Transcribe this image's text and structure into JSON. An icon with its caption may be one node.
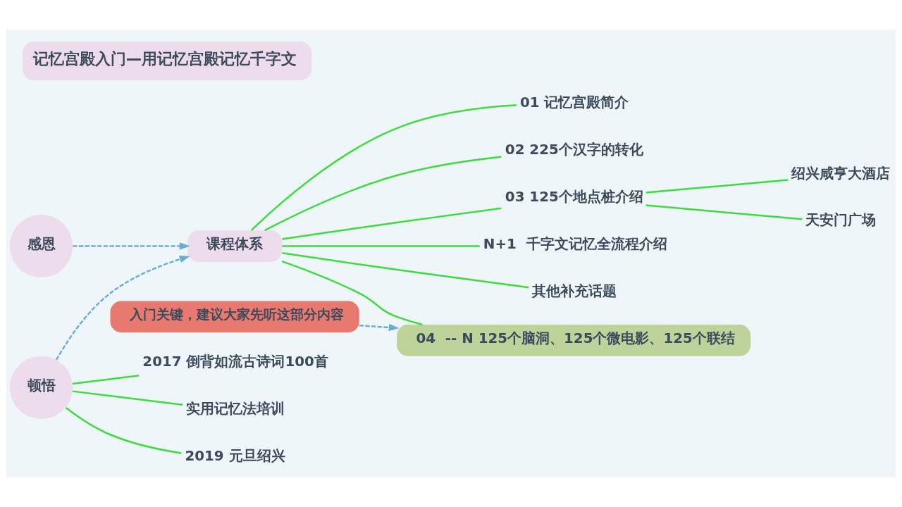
{
  "diagram": {
    "title": "记忆宫殿入门—用记忆宫殿记忆千字文",
    "nodes": [
      {
        "text": [
          "感恩"
        ]
      },
      {
        "text": [
          "顿悟"
        ]
      },
      {
        "text": [
          "2017 倒背如流古诗词100首"
        ]
      },
      {
        "text": [
          "实用记忆法培训"
        ]
      },
      {
        "text": [
          "2019 元旦绍兴"
        ]
      },
      {
        "text": [
          "课程体系"
        ]
      },
      {
        "text": [
          "01 记忆宫殿简介"
        ]
      },
      {
        "text": [
          "02 225个汉字的转化"
        ]
      },
      {
        "text": [
          "03 125个地点桩介绍"
        ]
      },
      {
        "text": [
          "绍兴咸亨大酒店"
        ]
      },
      {
        "text": [
          "天安门广场"
        ]
      },
      {
        "text": [
          "04  -- N 125个脑洞、125个微电影、125个联结"
        ]
      },
      {
        "text": [
          "N+1  千字文记忆全流程介绍"
        ]
      },
      {
        "text": [
          "其他补充话题"
        ]
      },
      {
        "text": [
          "入门关键，建议大家先听这部分内容"
        ]
      }
    ],
    "edges": [
      {
        "from": 1,
        "to": 2,
        "arrow": "none"
      },
      {
        "from": 1,
        "to": 3,
        "arrow": "none"
      },
      {
        "from": 1,
        "to": 4,
        "arrow": "none"
      },
      {
        "from": 0,
        "to": 5,
        "arrow": "to",
        "style": "dashed",
        "color": "#6aaed6"
      },
      {
        "from": 1,
        "to": 5,
        "arrow": "to",
        "style": "dashed",
        "color": "#6aaed6"
      },
      {
        "from": 5,
        "to": 6,
        "arrow": "none"
      },
      {
        "from": 5,
        "to": 7,
        "arrow": "none"
      },
      {
        "from": 5,
        "to": 8,
        "arrow": "none"
      },
      {
        "from": 8,
        "to": 9,
        "arrow": "none"
      },
      {
        "from": 8,
        "to": 10,
        "arrow": "none"
      },
      {
        "from": 5,
        "to": 11,
        "arrow": "none"
      },
      {
        "from": 5,
        "to": 12,
        "arrow": "none"
      },
      {
        "from": 5,
        "to": 13,
        "arrow": "none"
      },
      {
        "from": 14,
        "to": 11,
        "arrow": "to",
        "style": "dashed",
        "color": "#6aaed6"
      }
    ]
  }
}
